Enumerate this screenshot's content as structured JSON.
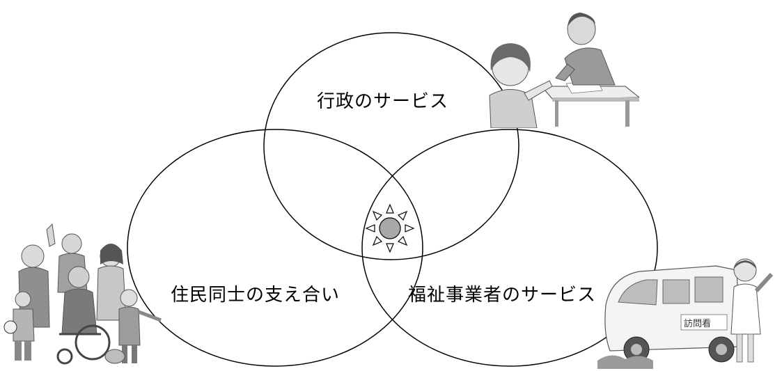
{
  "diagram": {
    "circles": [
      {
        "id": "gyosei",
        "label": "行政のサービス"
      },
      {
        "id": "jumin",
        "label": "住民同士の支え合い"
      },
      {
        "id": "fukushi",
        "label": "福祉事業者のサービス"
      }
    ],
    "center_icon": "sun-icon",
    "illustrations": {
      "gyosei": "consultation-icon",
      "jumin": "family-group-icon",
      "fukushi": "visiting-nurse-van-icon"
    },
    "van_text": "訪問看",
    "colors": {
      "stroke": "#000000",
      "sun_fill": "#a8a8a8",
      "background": "#ffffff"
    }
  }
}
